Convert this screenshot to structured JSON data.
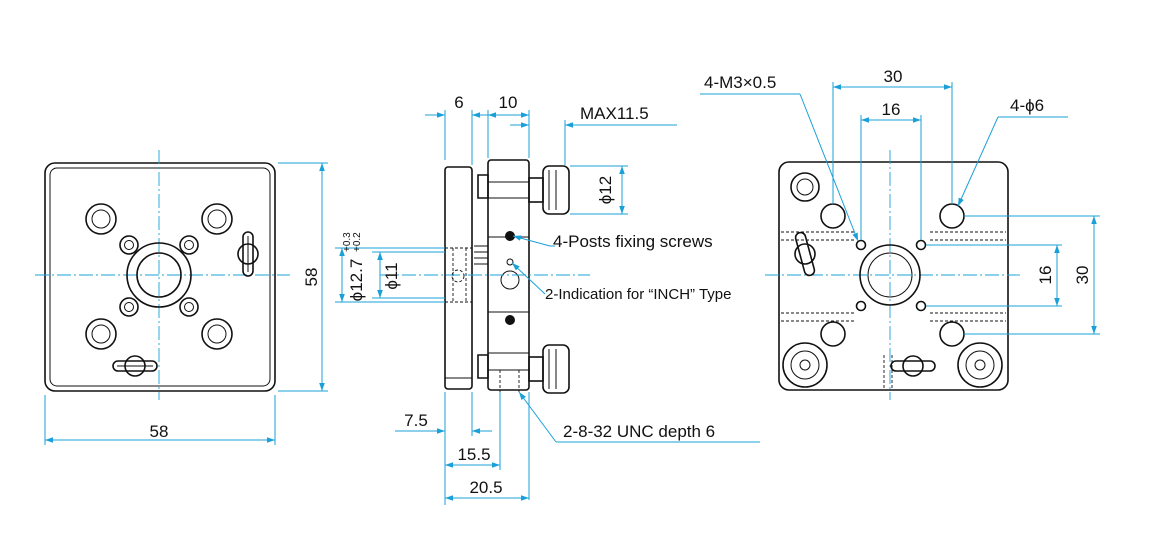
{
  "dimensions": {
    "front_width": "58",
    "front_height": "58",
    "side_plate": "6",
    "side_gap": "10",
    "side_max": "MAX11.5",
    "side_knob": "ϕ12",
    "side_bore_outer": "ϕ12.7",
    "side_bore_tol_upper": "+0.3",
    "side_bore_tol_lower": "+0.2",
    "side_bore_inner": "ϕ11",
    "side_depth_1": "7.5",
    "side_depth_2": "15.5",
    "side_depth_3": "20.5",
    "rear_outer_span": "30",
    "rear_inner_span": "16",
    "rear_vert_inner": "16",
    "rear_vert_outer": "30"
  },
  "notes": {
    "thread_holes": "4-M3×0.5",
    "through_holes": "4-ϕ6",
    "posts_screws": "4-Posts fixing screws",
    "inch_indication": "2-Indication for “INCH” Type",
    "unc_thread": "2-8-32 UNC depth 6"
  },
  "colors": {
    "dimension_line": "#1aa0d8",
    "outline": "#111111"
  }
}
